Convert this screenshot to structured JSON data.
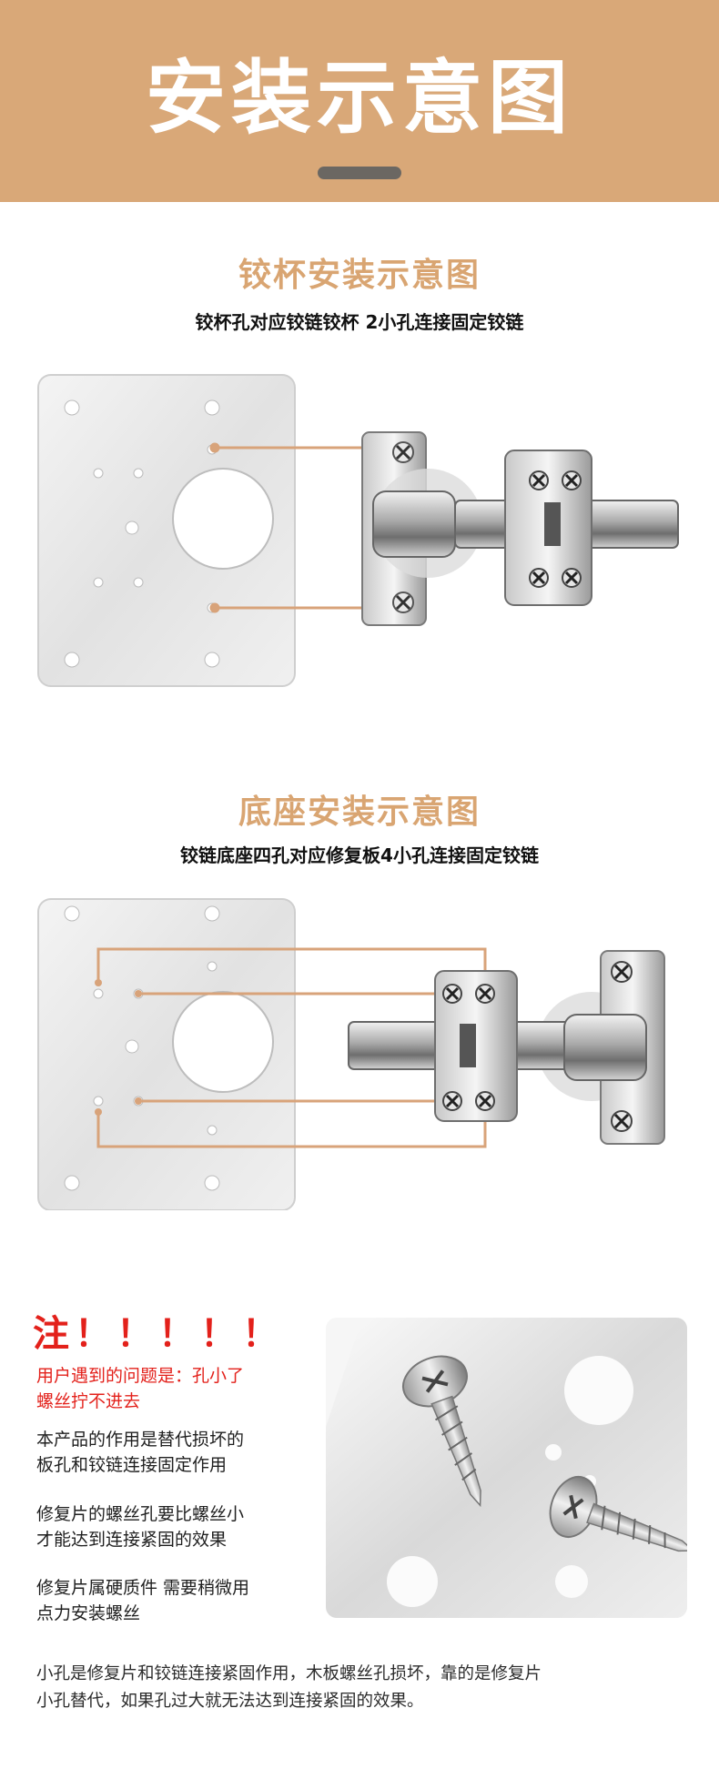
{
  "banner": {
    "title": "安装示意图",
    "bg_color": "#d9a878"
  },
  "section1": {
    "title": "铰杯安装示意图",
    "subtitle": "铰杯孔对应铰链铰杯  2小孔连接固定铰链"
  },
  "section2": {
    "title": "底座安装示意图",
    "subtitle": "铰链底座四孔对应修复板4小孔连接固定铰链"
  },
  "note": {
    "title": "注！！！！！",
    "problem_lines": [
      "用户遇到的问题是：孔小了",
      "螺丝拧不进去"
    ],
    "paragraphs": [
      [
        "本产品的作用是替代损坏的",
        "板孔和铰链连接固定作用"
      ],
      [
        "修复片的螺丝孔要比螺丝小",
        "才能达到连接紧固的效果"
      ],
      [
        "修复片属硬质件 需要稍微用",
        "点力安装螺丝"
      ]
    ]
  },
  "footer": {
    "lines": [
      "小孔是修复片和铰链连接紧固作用，木板螺丝孔损坏，靠的是修复片",
      "小孔替代，如果孔过大就无法达到连接紧固的效果。"
    ]
  },
  "colors": {
    "accent": "#d9a572",
    "connector": "#d8a37a",
    "warning": "#e3211b",
    "pill": "#6b6762"
  },
  "icons": [
    "repair-plate-icon",
    "hinge-icon",
    "screw-icon"
  ]
}
